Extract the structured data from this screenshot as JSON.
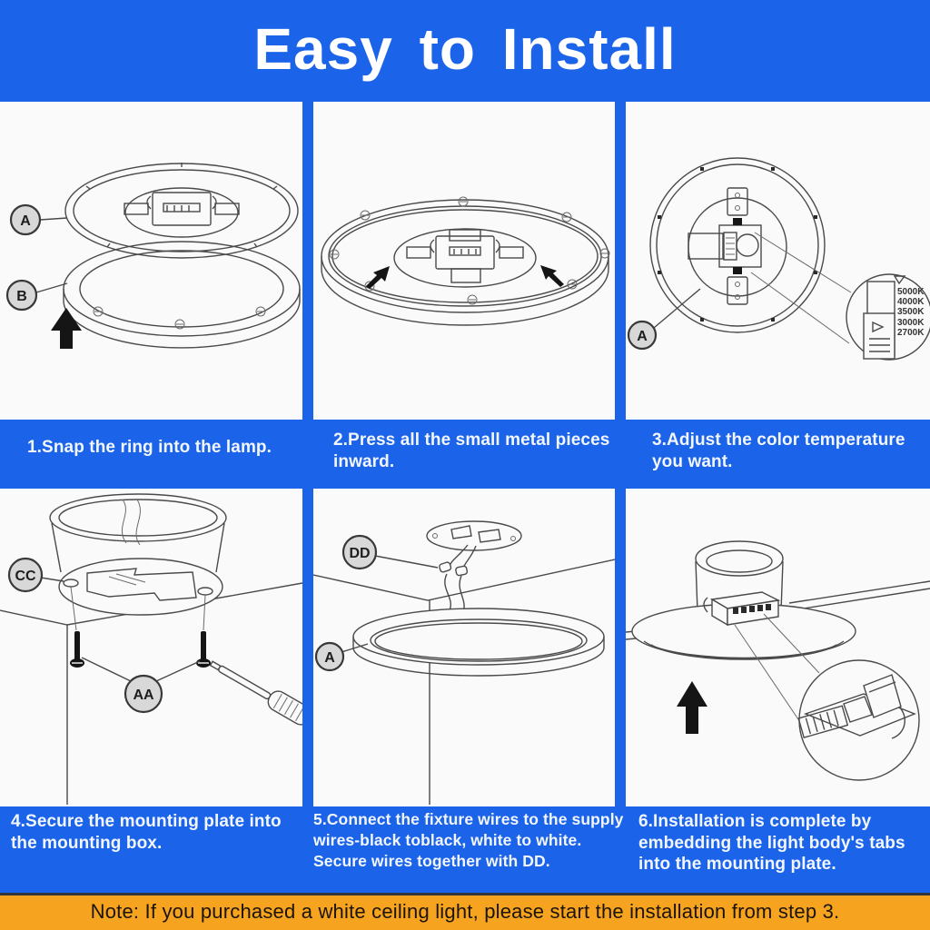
{
  "header": {
    "title": "Easy to Install"
  },
  "steps": [
    {
      "id": 1,
      "lines": [
        "1.Snap the ring into the lamp."
      ]
    },
    {
      "id": 2,
      "lines": [
        "2.Press all the small metal pieces",
        "inward."
      ]
    },
    {
      "id": 3,
      "lines": [
        "3.Adjust the color temperature",
        "you want."
      ]
    },
    {
      "id": 4,
      "lines": [
        "4.Secure the mounting plate into",
        "the mounting box."
      ]
    },
    {
      "id": 5,
      "lines": [
        "5.Connect the fixture wires to the supply",
        "wires-black toblack, white to white.",
        "Secure wires together with DD."
      ]
    },
    {
      "id": 6,
      "lines": [
        "6.Installation is complete by",
        "embedding the light body's tabs",
        "into the mounting plate."
      ]
    }
  ],
  "markers": {
    "panel1_a": "A",
    "panel1_b": "B",
    "panel3_a": "A",
    "panel4_cc": "CC",
    "panel4_aa": "AA",
    "panel5_dd": "DD",
    "panel5_a": "A"
  },
  "color_temps": [
    "5000K",
    "4000K",
    "3500K",
    "3000K",
    "2700K"
  ],
  "note": {
    "text": "Note: If you purchased a white ceiling light, please start the installation from step 3."
  },
  "colors": {
    "background_blue": "#1b63e8",
    "note_orange": "#f6a41f",
    "panel_white": "#fafafa",
    "note_text": "#1c1408",
    "caption_text": "#f2f6ff",
    "marker_fill": "#d8d8d8",
    "line_art": "#4a4a4a"
  }
}
